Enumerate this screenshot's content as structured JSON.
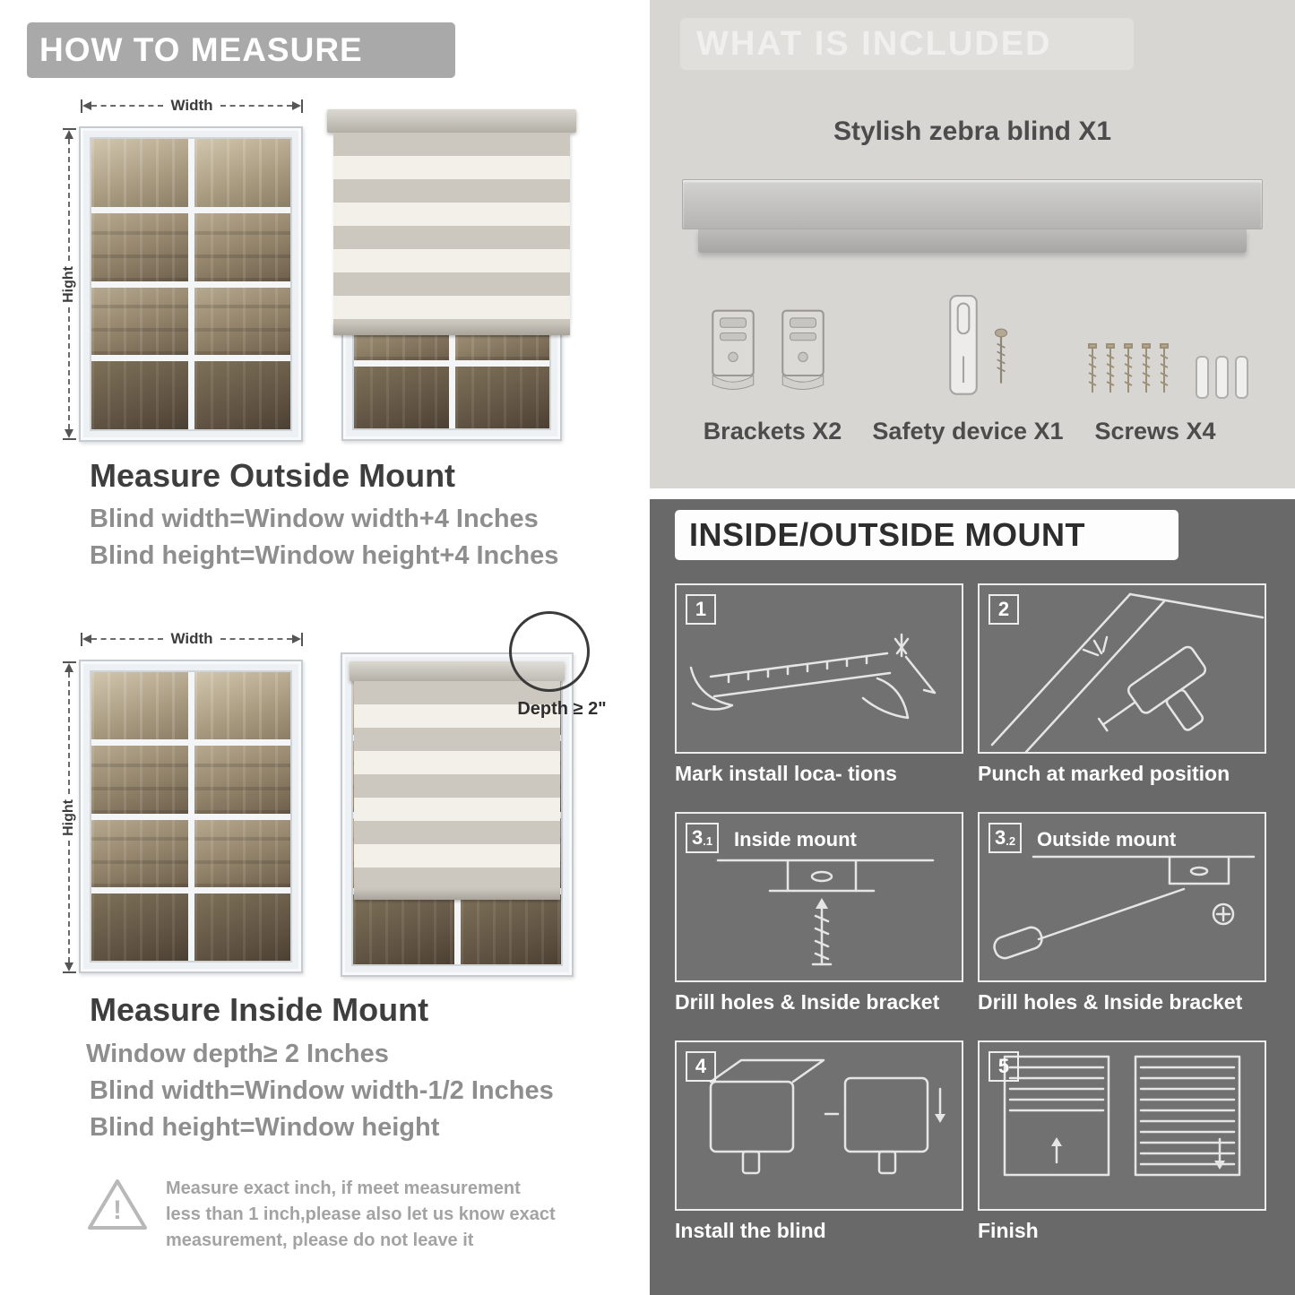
{
  "left": {
    "header": "HOW TO MEASURE",
    "outside": {
      "width_label": "Width",
      "height_label": "Hight",
      "title": "Measure Outside Mount",
      "lines": [
        "Blind width=Window width+4 Inches",
        "Blind height=Window height+4 Inches"
      ]
    },
    "inside": {
      "width_label": "Width",
      "height_label": "Hight",
      "depth_label": "Depth ≥ 2\"",
      "title": "Measure Inside Mount",
      "lines": [
        "Window depth≥ 2 Inches",
        "Blind width=Window width-1/2 Inches",
        "Blind height=Window height"
      ]
    },
    "warning_mark": "!",
    "warning_text": "Measure exact inch, if meet measurement less than 1 inch,please also let us know exact measurement, please do not leave it"
  },
  "right": {
    "included": {
      "header": "WHAT IS INCLUDED",
      "blind_label": "Stylish zebra blind X1",
      "labels": [
        "Brackets X2",
        "Safety device X1",
        "Screws X4"
      ]
    },
    "mount": {
      "header": "INSIDE/OUTSIDE MOUNT",
      "steps": [
        {
          "num": "1",
          "caption": "Mark install loca- tions"
        },
        {
          "num": "2",
          "caption": "Punch at  marked position"
        },
        {
          "num": "3",
          "sub": ".1",
          "label": "Inside mount",
          "caption": "Drill holes &  Inside bracket"
        },
        {
          "num": "3",
          "sub": ".2",
          "label": "Outside mount",
          "caption": "Drill holes &  Inside bracket"
        },
        {
          "num": "4",
          "caption": "Install the blind"
        },
        {
          "num": "5",
          "caption": "Finish"
        }
      ]
    }
  },
  "colors": {
    "header_gray": "#a9a9a9",
    "included_bg": "#d8d6d3",
    "mount_bg": "#696969",
    "title_dark": "#3e3e3e",
    "body_gray": "#8e8e8e"
  }
}
